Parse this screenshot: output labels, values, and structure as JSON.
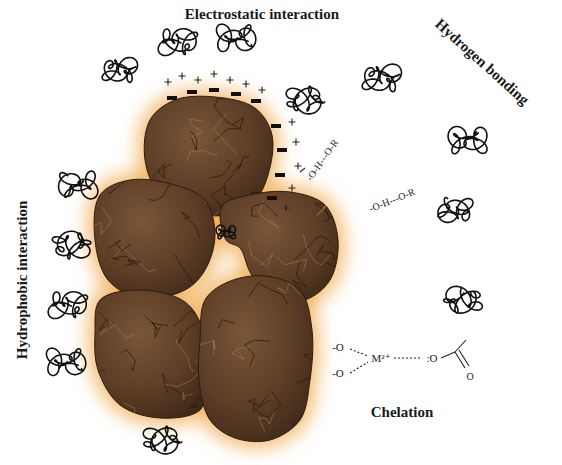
{
  "diagram": {
    "labels": [
      "Electrostatic interaction",
      "Hydrogen bonding",
      "Hydrophobic interaction",
      "-O-H---O-R",
      "-O-H---O-R",
      "-O",
      "-O",
      "M²⁺",
      ":O",
      "O",
      "Chelation"
    ]
  }
}
